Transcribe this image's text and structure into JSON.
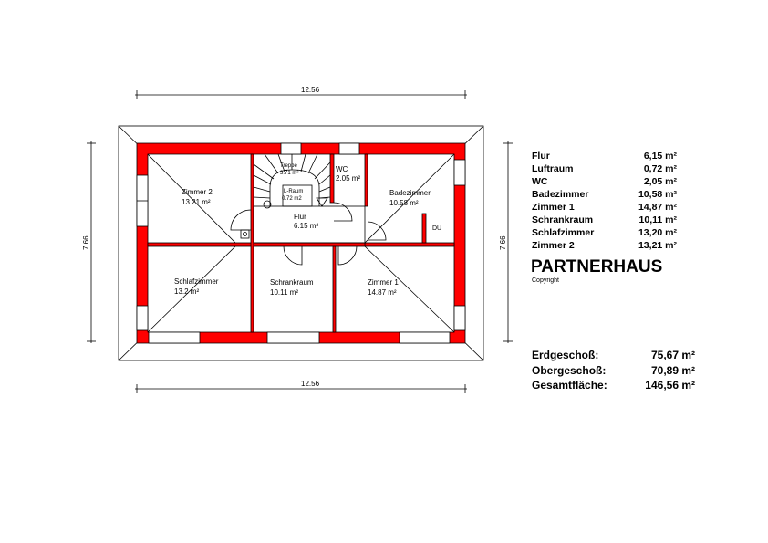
{
  "dimensions": {
    "width": "12.56",
    "height": "7.66"
  },
  "rooms": {
    "zimmer2": {
      "name": "Zimmer 2",
      "area": "13.21 m²"
    },
    "treppe": {
      "name": "Treppe",
      "area": "3.71 m²"
    },
    "lraum": {
      "name": "L-Raum",
      "area": "0.72 m2"
    },
    "wc": {
      "name": "WC",
      "area": "2.05 m²"
    },
    "bad": {
      "name": "Badezimmer",
      "area": "10.58 m²"
    },
    "du": {
      "name": "DU"
    },
    "flur": {
      "name": "Flur",
      "area": "6.15 m²"
    },
    "schlaf": {
      "name": "Schlafzimmer",
      "area": "13.2 m²"
    },
    "schrank": {
      "name": "Schrankraum",
      "area": "10.11 m²"
    },
    "zimmer1": {
      "name": "Zimmer 1",
      "area": "14.87 m²"
    }
  },
  "area_table": [
    {
      "name": "Flur",
      "value": "6,15 m²"
    },
    {
      "name": "Luftraum",
      "value": "0,72 m²"
    },
    {
      "name": "WC",
      "value": "2,05 m²"
    },
    {
      "name": "Badezimmer",
      "value": "10,58 m²"
    },
    {
      "name": "Zimmer 1",
      "value": "14,87 m²"
    },
    {
      "name": "Schrankraum",
      "value": "10,11 m²"
    },
    {
      "name": "Schlafzimmer",
      "value": "13,20 m²"
    },
    {
      "name": "Zimmer 2",
      "value": "13,21 m²"
    }
  ],
  "title": "PARTNERHAUS",
  "copyright": "Copyright",
  "totals": [
    {
      "name": "Erdgeschoß:",
      "value": "75,67 m²"
    },
    {
      "name": "Obergeschoß:",
      "value": "70,89 m²"
    },
    {
      "name": "Gesamtfläche:",
      "value": "146,56 m²"
    }
  ],
  "colors": {
    "wall": "#ff0000"
  }
}
